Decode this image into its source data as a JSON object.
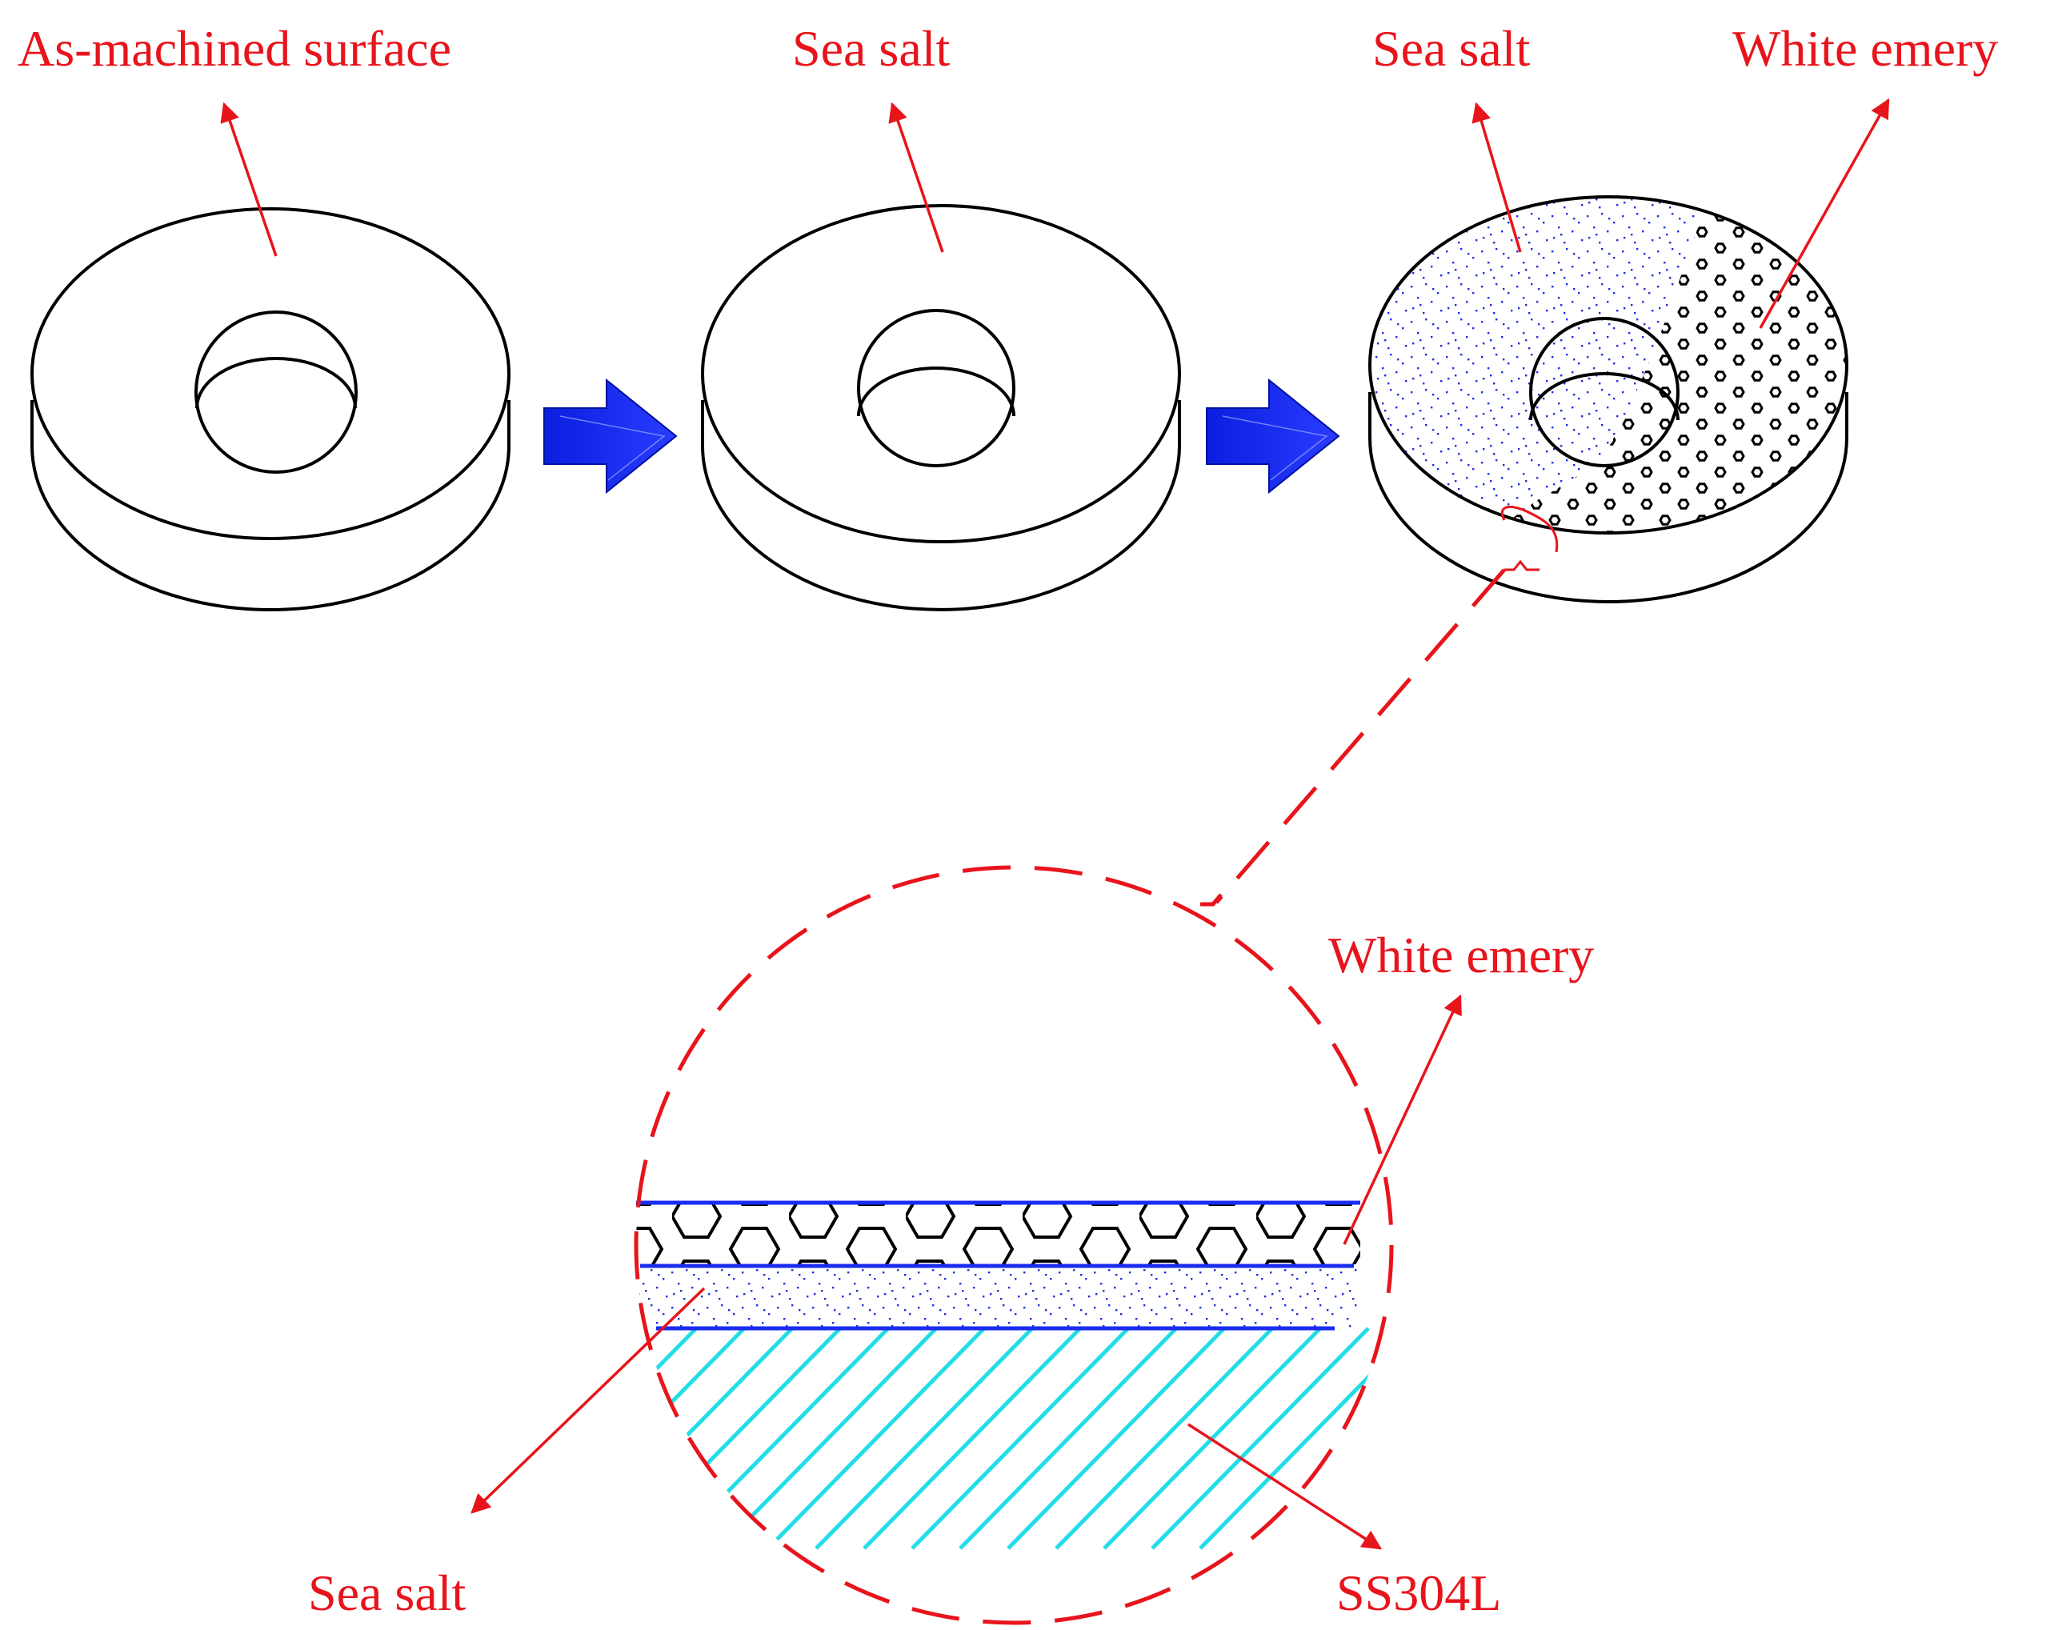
{
  "labels": {
    "stage1": "As-machined surface",
    "stage2": "Sea salt",
    "stage3_salt": "Sea salt",
    "stage3_emery": "White emery",
    "detail_emery": "White emery",
    "detail_salt": "Sea salt",
    "detail_substrate": "SS304L"
  },
  "colors": {
    "label": "#e8141c",
    "arrow_fill": "#0a1ee0",
    "salt_dots": "#1f2fe6",
    "layer_line": "#1a2cf0",
    "hatch": "#22dde8",
    "outline": "#000000"
  },
  "icons": [
    "process-arrow-icon",
    "process-arrow-icon"
  ]
}
